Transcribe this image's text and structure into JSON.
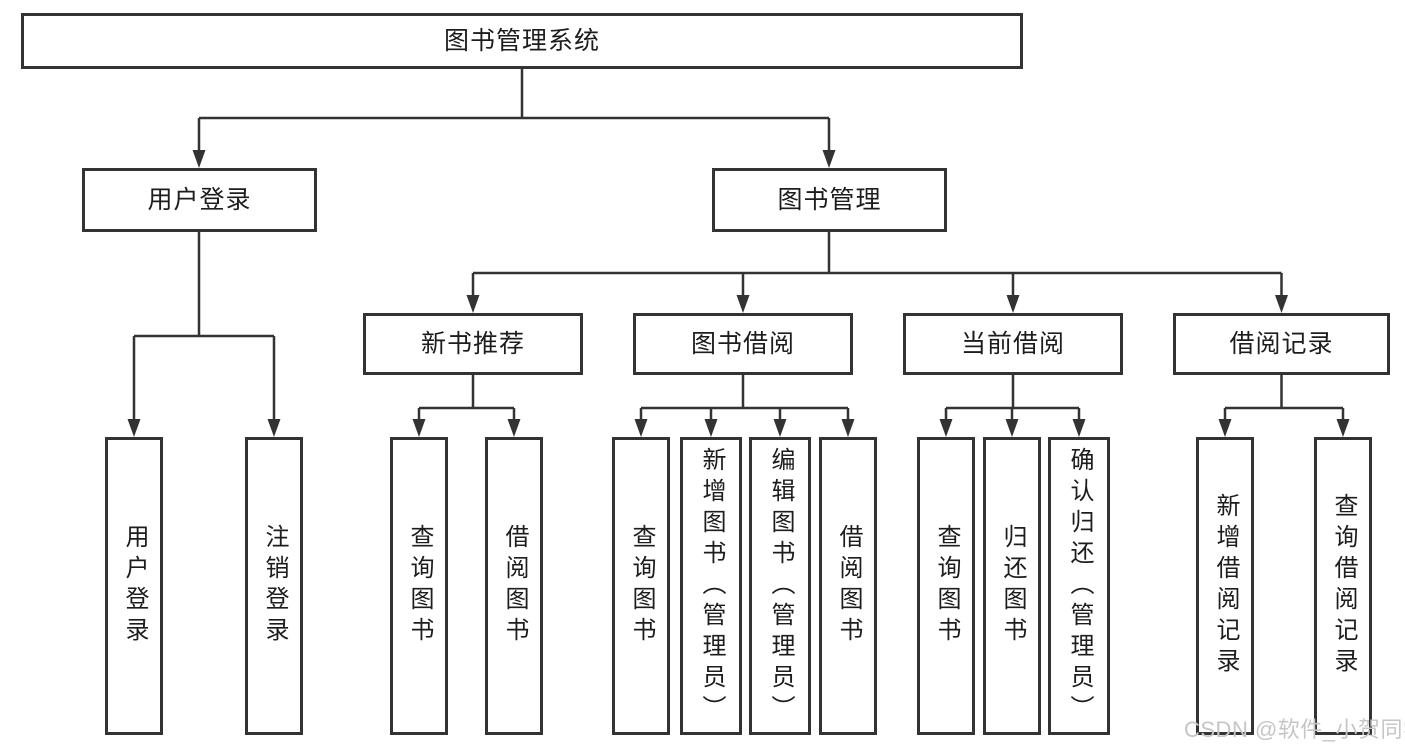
{
  "diagram": {
    "root": {
      "label": "图书管理系统"
    },
    "branches": [
      {
        "label": "用户登录",
        "children": [
          {
            "label": "用户登录"
          },
          {
            "label": "注销登录"
          }
        ]
      },
      {
        "label": "图书管理",
        "children": [
          {
            "label": "新书推荐",
            "children": [
              {
                "label": "查询图书"
              },
              {
                "label": "借阅图书"
              }
            ]
          },
          {
            "label": "图书借阅",
            "children": [
              {
                "label": "查询图书"
              },
              {
                "label": "新增图书（管理员）"
              },
              {
                "label": "编辑图书（管理员）"
              },
              {
                "label": "借阅图书"
              }
            ]
          },
          {
            "label": "当前借阅",
            "children": [
              {
                "label": "查询图书"
              },
              {
                "label": "归还图书"
              },
              {
                "label": "确认归还（管理员）"
              }
            ]
          },
          {
            "label": "借阅记录",
            "children": [
              {
                "label": "新增借阅记录"
              },
              {
                "label": "查询借阅记录"
              }
            ]
          }
        ]
      }
    ]
  },
  "watermark": {
    "text": "CSDN @软件_小贺同学"
  },
  "colors": {
    "line": "#333333",
    "text": "#1d1d1d",
    "watermark": "#c6c6c6",
    "background": "#ffffff"
  }
}
